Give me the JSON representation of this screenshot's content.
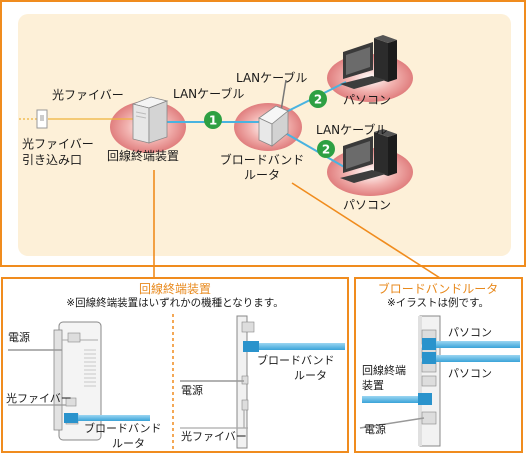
{
  "top": {
    "fiber_label": "光ファイバー",
    "fiber_outlet_label_1": "光ファイバー",
    "fiber_outlet_label_2": "引き込み口",
    "onu_label": "回線終端装置",
    "lan_cable_label_1": "LANケーブル",
    "lan_cable_label_2": "LANケーブル",
    "lan_cable_label_3": "LANケーブル",
    "router_label_1": "ブロードバンド",
    "router_label_2": "ルータ",
    "pc_label_1": "パソコン",
    "pc_label_2": "パソコン",
    "badge_1": "1",
    "badge_2a": "2",
    "badge_2b": "2"
  },
  "onu_panel": {
    "title": "回線終端装置",
    "note": "※回線終端装置はいずれかの機種となります。",
    "left_power": "電源",
    "left_fiber": "光ファイバー",
    "left_router_1": "ブロードバンド",
    "left_router_2": "ルータ",
    "right_router_1": "ブロードバンド",
    "right_router_2": "ルータ",
    "right_power": "電源",
    "right_fiber": "光ファイバー"
  },
  "router_panel": {
    "title": "ブロードバンドルータ",
    "note": "※イラストは例です。",
    "pc_1": "パソコン",
    "pc_2": "パソコン",
    "onu_1": "回線終端",
    "onu_2": "装置",
    "power": "電源"
  },
  "colors": {
    "accent": "#f08c1e",
    "panel_bg": "#fdf0d8",
    "glow": "#e98a8a",
    "cable": "#56b8e6",
    "badge": "#2ea043"
  }
}
